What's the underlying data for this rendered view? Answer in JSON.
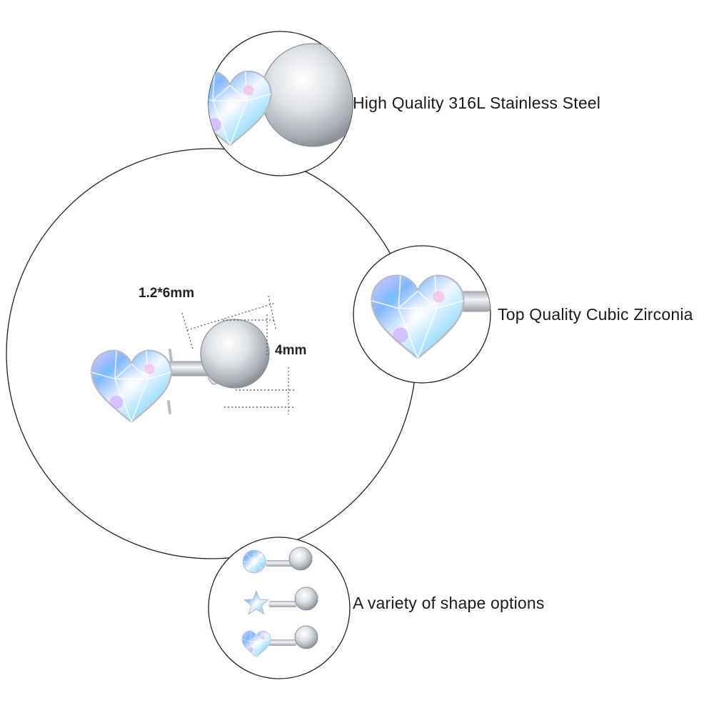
{
  "features": {
    "steel": "High Quality 316L Stainless Steel",
    "zirconia": "Top Quality Cubic Zirconia",
    "shapes": "A variety of shape options"
  },
  "dimensions": {
    "bar": "1.2*6mm",
    "ball": "4mm"
  },
  "colors": {
    "outline": "#222222",
    "metal": "#c9cdd2",
    "text": "#1a1a1a"
  },
  "icons": [
    "stud-earring-icon",
    "heart-gem-icon",
    "round-gem-icon",
    "star-gem-icon",
    "steel-ball-icon"
  ]
}
